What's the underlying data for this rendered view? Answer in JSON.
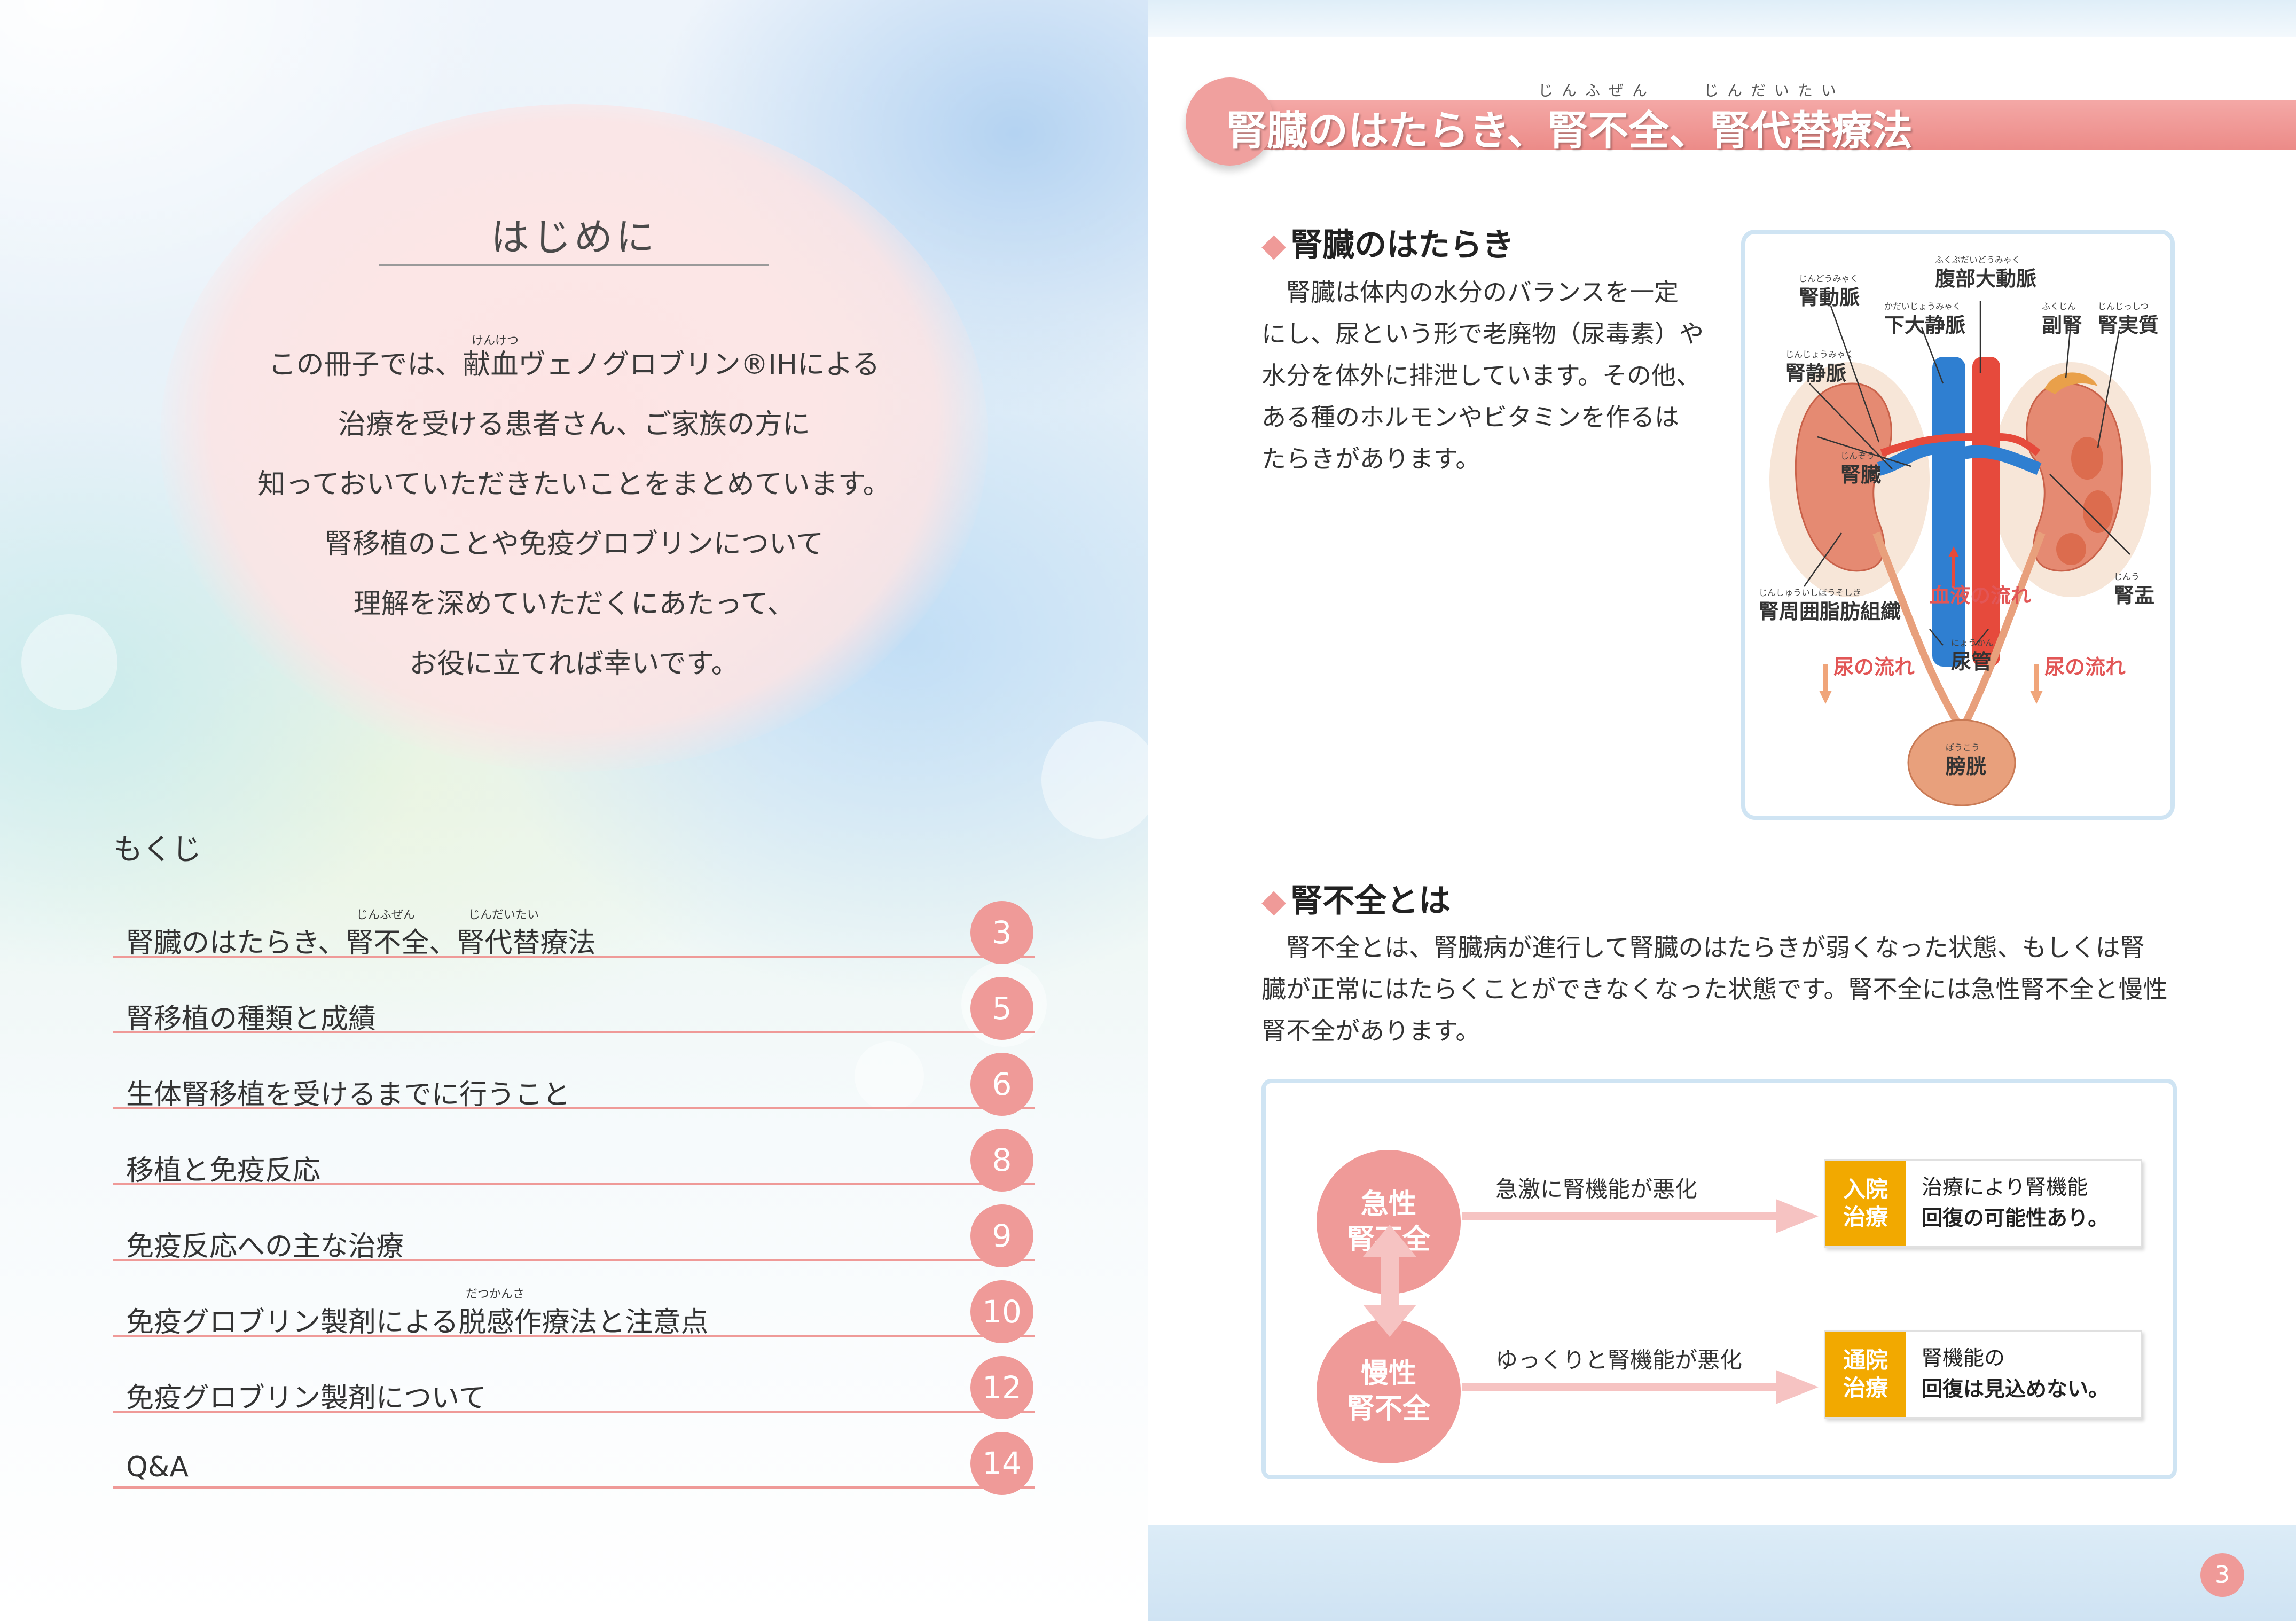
{
  "intro": {
    "title": "はじめに",
    "lines": [
      "この冊子では、献血ヴェノグロブリン®IHによる",
      "治療を受ける患者さん、ご家族の方に",
      "知っておいていただきたいことをまとめています。",
      "腎移植のことや免疫グロブリンについて",
      "理解を深めていただくにあたって、",
      "お役に立てれば幸いです。"
    ],
    "ruby_kenketsu": "けんけつ"
  },
  "toc": {
    "heading": "もくじ",
    "items": [
      {
        "label": "腎臓のはたらき、腎不全、腎代替療法",
        "page": "3",
        "ruby": [
          "じんふぜん",
          "じんだいたい"
        ]
      },
      {
        "label": "腎移植の種類と成績",
        "page": "5"
      },
      {
        "label": "生体腎移植を受けるまでに行うこと",
        "page": "6"
      },
      {
        "label": "移植と免疫反応",
        "page": "8"
      },
      {
        "label": "免疫反応への主な治療",
        "page": "9"
      },
      {
        "label": "免疫グロブリン製剤による脱感作療法と注意点",
        "page": "10",
        "ruby": [
          "だつかんさ"
        ]
      },
      {
        "label": "免疫グロブリン製剤について",
        "page": "12"
      },
      {
        "label": "Q&A",
        "page": "14"
      }
    ]
  },
  "header": {
    "title": "腎臓のはたらき、腎不全、腎代替療法",
    "ruby": [
      "じんふぜん",
      "じんだいたい"
    ]
  },
  "kidney_section": {
    "heading": "腎臓のはたらき",
    "bullet": "◆",
    "text_lines": [
      "腎臓は体内の水分のバランスを一定",
      "にし、尿という形で老廃物（尿毒素）や",
      "水分を体外に排泄しています。その他、",
      "ある種のホルモンやビタミンを作るは",
      "たらきがあります。"
    ]
  },
  "figure": {
    "labels": {
      "renal_artery": "腎動脈",
      "renal_artery_ruby": "じんどうみゃく",
      "aorta": "腹部大動脈",
      "aorta_ruby": "ふくぶだいどうみゃく",
      "ivc": "下大静脈",
      "ivc_ruby": "かだいじょうみゃく",
      "adrenal": "副腎",
      "adrenal_ruby": "ふくじん",
      "parenchyma": "腎実質",
      "parenchyma_ruby": "じんじっしつ",
      "renal_vein": "腎静脈",
      "renal_vein_ruby": "じんじょうみゃく",
      "kidney": "腎臓",
      "kidney_ruby": "じんぞう",
      "pelvis": "腎盂",
      "pelvis_ruby": "じんう",
      "perirenal_fat": "腎周囲脂肪組織",
      "perirenal_fat_ruby": "じんしゅういしぼうそしき",
      "blood_flow": "血液の流れ",
      "ureter": "尿管",
      "ureter_ruby": "にょうかん",
      "urine_flow_left": "尿の流れ",
      "urine_flow_right": "尿の流れ",
      "bladder": "膀胱",
      "bladder_ruby": "ぼうこう"
    },
    "colors": {
      "artery": "#e64a3c",
      "vein": "#2f7fd1",
      "kidney": "#e58a72",
      "fat": "#f7e6d8",
      "bladder": "#e8a07c"
    }
  },
  "failure_section": {
    "heading": "腎不全とは",
    "text_lines": [
      "腎不全とは、腎臓病が進行して腎臓のはたらきが弱くなった状態、もしくは腎",
      "臓が正常にはたらくことができなくなった状態です。腎不全には急性腎不全と慢性",
      "腎不全があります。"
    ]
  },
  "diagram": {
    "acute": {
      "label": "急性\n腎不全",
      "arrow_text": "急激に腎機能が悪化",
      "tag": "入院\n治療",
      "result_line1": "治療により腎機能",
      "result_line2": "回復の可能性あり。"
    },
    "chronic": {
      "label": "慢性\n腎不全",
      "arrow_text": "ゆっくりと腎機能が悪化",
      "tag": "通院\n治療",
      "result_line1": "腎機能の",
      "result_line2": "回復は見込めない。"
    },
    "colors": {
      "circle": "#ef9a98",
      "tag": "#f2a900",
      "arrow": "#f6c3c2"
    }
  },
  "page_number": "3",
  "colors": {
    "accent_pink": "#ef9a98",
    "frame_blue": "#cfe4f3"
  }
}
